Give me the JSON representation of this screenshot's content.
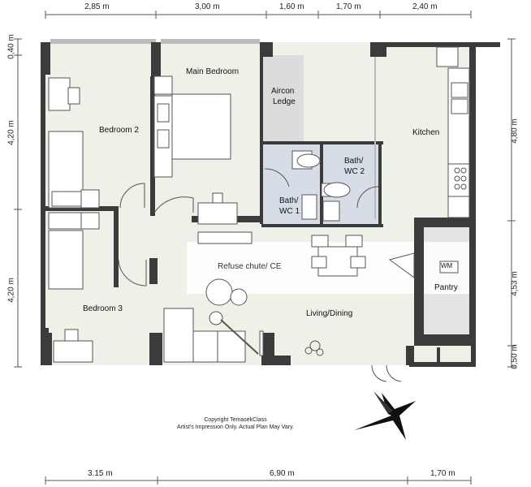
{
  "dimensions": {
    "top": [
      "2,85 m",
      "3,00 m",
      "1,60 m",
      "1,70 m",
      "2,40 m"
    ],
    "bottom": [
      "3.15 m",
      "6,90 m",
      "1,70 m"
    ],
    "left": [
      "0,40 m",
      "4,20 m",
      "4,20 m"
    ],
    "right": [
      "4,80 m",
      "4,53 m",
      "0,50 m"
    ]
  },
  "rooms": {
    "main_bedroom": "Main Bedroom",
    "bedroom2": "Bedroom 2",
    "aircon_line1": "Aircon",
    "aircon_line2": "Ledge",
    "bath2_line1": "Bath/",
    "bath2_line2": "WC 2",
    "bath1_line1": "Bath/",
    "bath1_line2": "WC 1",
    "kitchen": "Kitchen",
    "bedroom3": "Bedroom 3",
    "living_dining": "Living/Dining",
    "pantry": "Pantry",
    "pantry_box": "WM",
    "corridor_note": "Refuse chute/ CE"
  },
  "copyright": {
    "line1": "Copyright TemasekClass",
    "line2": "Artist's Impression Only. Actual Plan May Vary."
  },
  "colors": {
    "wall": "#3b3b3b",
    "floor": "#eef1e8",
    "bath_floor": "#d6dde6",
    "ledge_floor": "#dcdcdc",
    "furniture": "#ffffff"
  }
}
